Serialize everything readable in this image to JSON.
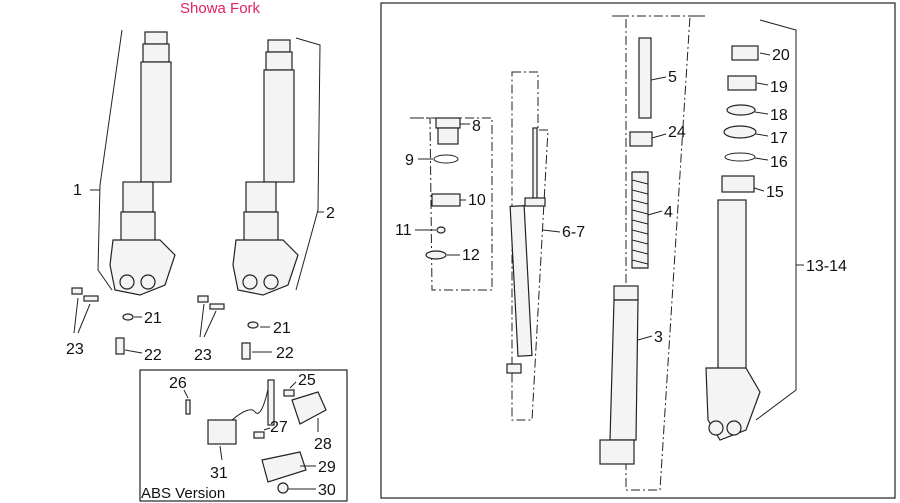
{
  "title": "Showa Fork",
  "inset_label": "ABS Version",
  "labels": {
    "l1": "1",
    "l2": "2",
    "l3": "3",
    "l4": "4",
    "l5": "5",
    "l67": "6-7",
    "l8": "8",
    "l9": "9",
    "l10": "10",
    "l11": "11",
    "l12": "12",
    "l1314": "13-14",
    "l15": "15",
    "l16": "16",
    "l17": "17",
    "l18": "18",
    "l19": "19",
    "l20": "20",
    "l21a": "21",
    "l21b": "21",
    "l22a": "22",
    "l22b": "22",
    "l23a": "23",
    "l23b": "23",
    "l24": "24",
    "l25": "25",
    "l26": "26",
    "l27": "27",
    "l28": "28",
    "l29": "29",
    "l30": "30",
    "l31": "31"
  }
}
